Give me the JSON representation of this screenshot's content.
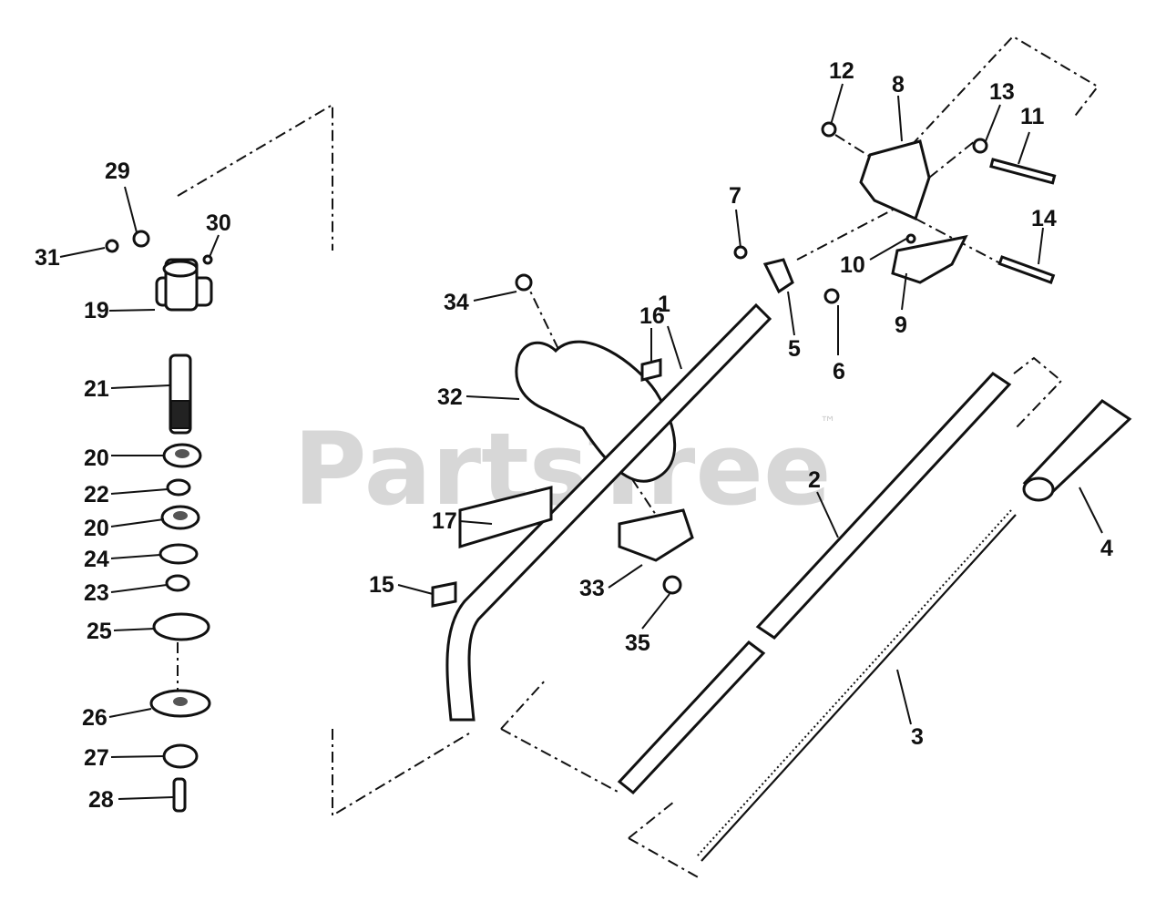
{
  "watermark": {
    "text": "PartsTree",
    "trademark": "™"
  },
  "callouts": [
    {
      "id": "c1",
      "text": "1"
    },
    {
      "id": "c2",
      "text": "2"
    },
    {
      "id": "c3",
      "text": "3"
    },
    {
      "id": "c4",
      "text": "4"
    },
    {
      "id": "c5",
      "text": "5"
    },
    {
      "id": "c6",
      "text": "6"
    },
    {
      "id": "c7",
      "text": "7"
    },
    {
      "id": "c8",
      "text": "8"
    },
    {
      "id": "c9",
      "text": "9"
    },
    {
      "id": "c10",
      "text": "10"
    },
    {
      "id": "c11",
      "text": "11"
    },
    {
      "id": "c12",
      "text": "12"
    },
    {
      "id": "c13",
      "text": "13"
    },
    {
      "id": "c14",
      "text": "14"
    },
    {
      "id": "c15",
      "text": "15"
    },
    {
      "id": "c16",
      "text": "16"
    },
    {
      "id": "c17",
      "text": "17"
    },
    {
      "id": "c19",
      "text": "19"
    },
    {
      "id": "c20a",
      "text": "20"
    },
    {
      "id": "c20b",
      "text": "20"
    },
    {
      "id": "c21",
      "text": "21"
    },
    {
      "id": "c22",
      "text": "22"
    },
    {
      "id": "c23",
      "text": "23"
    },
    {
      "id": "c24",
      "text": "24"
    },
    {
      "id": "c25",
      "text": "25"
    },
    {
      "id": "c26",
      "text": "26"
    },
    {
      "id": "c27",
      "text": "27"
    },
    {
      "id": "c28",
      "text": "28"
    },
    {
      "id": "c29",
      "text": "29"
    },
    {
      "id": "c30",
      "text": "30"
    },
    {
      "id": "c31",
      "text": "31"
    },
    {
      "id": "c32",
      "text": "32"
    },
    {
      "id": "c33",
      "text": "33"
    },
    {
      "id": "c34",
      "text": "34"
    },
    {
      "id": "c35",
      "text": "35"
    }
  ]
}
